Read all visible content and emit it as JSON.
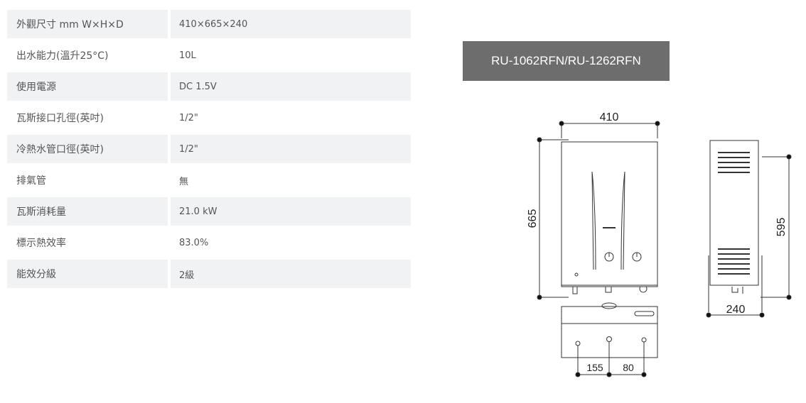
{
  "specs": [
    {
      "label": "外觀尺寸 mm W×H×D",
      "value": "410×665×240"
    },
    {
      "label": "出水能力(溫升25°C)",
      "value": "10L"
    },
    {
      "label": "使用電源",
      "value": "DC 1.5V"
    },
    {
      "label": "瓦斯接口孔徑(英吋)",
      "value": "1/2\""
    },
    {
      "label": "冷熱水管口徑(英吋)",
      "value": "1/2\""
    },
    {
      "label": "排氣管",
      "value": "無"
    },
    {
      "label": "瓦斯消耗量",
      "value": "21.0 kW"
    },
    {
      "label": "標示熱效率",
      "value": "83.0%"
    },
    {
      "label": "能效分級",
      "value": "2級"
    }
  ],
  "diagram": {
    "model": "RU-1062RFN/RU-1262RFN",
    "width": "410",
    "height": "665",
    "depth": "240",
    "side_height": "595",
    "pipe_spacing_1": "155",
    "pipe_spacing_2": "80"
  }
}
